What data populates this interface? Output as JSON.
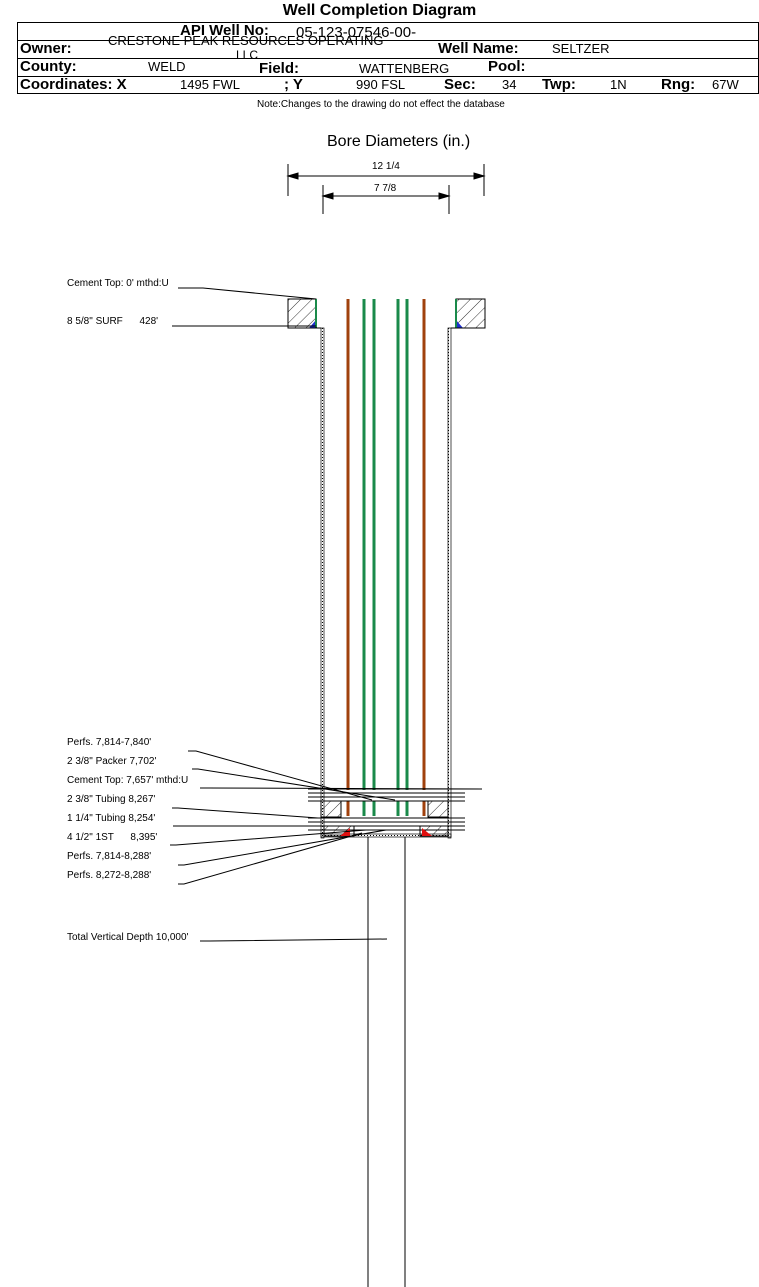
{
  "title": "Well Completion Diagram",
  "header": {
    "api_label": "API Well No:",
    "api_value": "05-123-07546-00-",
    "owner_label": "Owner:",
    "owner_value": "CRESTONE PEAK RESOURCES OPERATING",
    "owner_value_2": "LLC",
    "well_name_label": "Well Name:",
    "well_name_value": "SELTZER",
    "county_label": "County:",
    "county_value": "WELD",
    "field_label": "Field:",
    "field_value": "WATTENBERG",
    "pool_label": "Pool:",
    "pool_value": "",
    "coords_label": "Coordinates: X",
    "x_value": "1495 FWL",
    "y_label": "; Y",
    "y_value": "990 FSL",
    "sec_label": "Sec:",
    "sec_value": "34",
    "twp_label": "Twp:",
    "twp_value": "1N",
    "rng_label": "Rng:",
    "rng_value": "67W"
  },
  "note": "Note:Changes to the drawing do not effect the database",
  "bore_title": "Bore Diameters (in.)",
  "bore_dims": [
    "12 1/4",
    "7 7/8"
  ],
  "annotations": {
    "cement_top_0": "Cement Top: 0' mthd:U",
    "surf_casing": "8 5/8\" SURF      428'",
    "perfs_1": "Perfs. 7,814-7,840'",
    "packer": "2 3/8\" Packer 7,702'",
    "cement_top_7657": "Cement Top: 7,657' mthd:U",
    "tubing_238": "2 3/8\" Tubing 8,267'",
    "tubing_114": "1 1/4\" Tubing 8,254'",
    "casing_412": "4 1/2\" 1ST      8,395'",
    "perfs_2": "Perfs. 7,814-8,288'",
    "perfs_3": "Perfs. 8,272-8,288'",
    "tvd": "Total Vertical Depth 10,000'"
  },
  "colors": {
    "tubing_brown": "#a0410d",
    "tubing_green": "#1a8a4a",
    "cement_blue": "#1f2fd0",
    "perf_red": "#e01010"
  }
}
